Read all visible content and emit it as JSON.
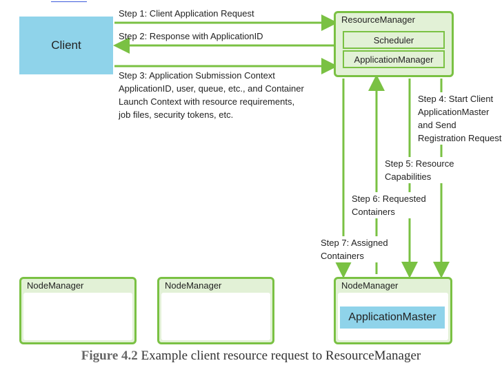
{
  "client": {
    "label": "Client"
  },
  "resource_manager": {
    "title": "ResourceManager",
    "scheduler": "Scheduler",
    "application_manager": "ApplicationManager"
  },
  "node_managers": [
    {
      "title": "NodeManager"
    },
    {
      "title": "NodeManager"
    },
    {
      "title": "NodeManager",
      "application_master": "ApplicationMaster"
    }
  ],
  "steps": {
    "step1": "Step 1: Client Application Request",
    "step2": "Step 2: Response with ApplicationID",
    "step3": "Step 3: Application Submission Context\nApplicationID, user, queue, etc., and Container\nLaunch Context with resource requirements,\njob files, security tokens, etc.",
    "step4": "Step 4: Start Client\nApplicationMaster\nand Send\nRegistration Request",
    "step5": "Step 5: Resource\nCapabilities",
    "step6": "Step 6: Requested\nContainers",
    "step7": "Step 7: Assigned\nContainers"
  },
  "caption": {
    "figure_label": "Figure 4.2",
    "text": " Example client resource request to ResourceManager"
  },
  "colors": {
    "green": "#7ac143",
    "client_blue": "#8fd3ea",
    "box_fill": "#e2f1d6"
  }
}
